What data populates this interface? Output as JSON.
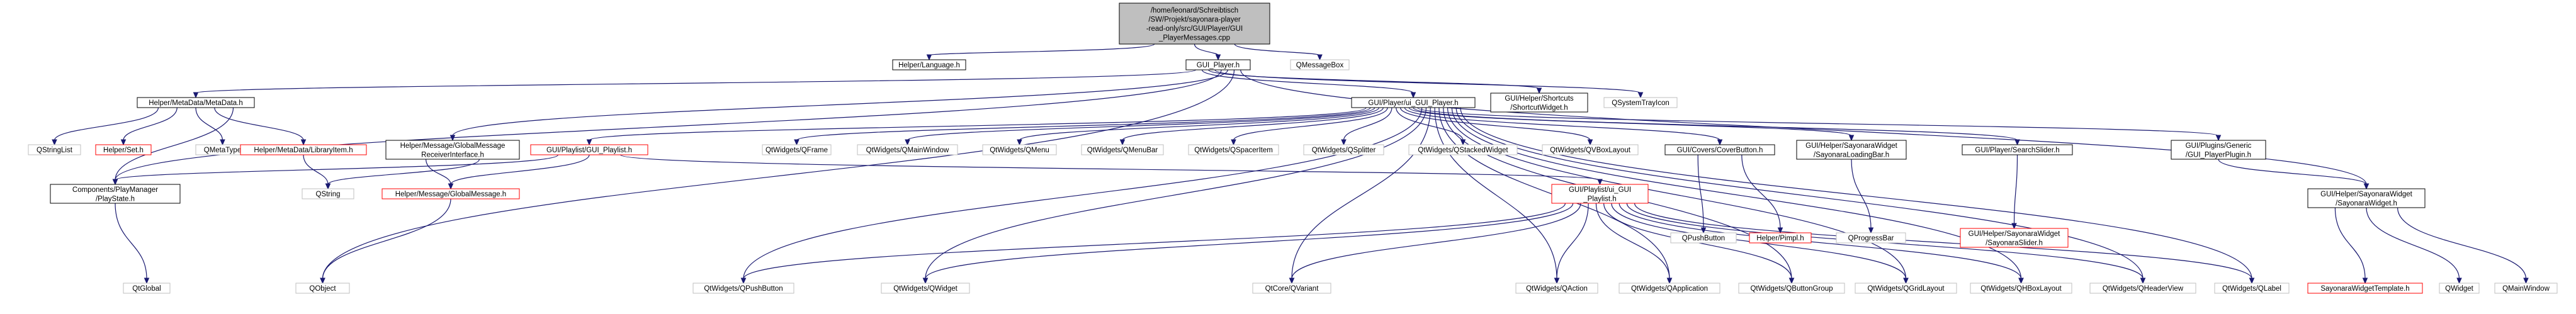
{
  "colors": {
    "edge": "#191970",
    "root_fill": "#bfbfbf",
    "ref_border": "#000000",
    "ext_border": "#bfbfbf",
    "missing_border": "#ff0000"
  },
  "nodes": [
    {
      "id": "root",
      "lines": [
        "/home/leonard/Schreibtisch",
        "/SW/Projekt/sayonara-player",
        "-read-only/src/GUI/Player/GUI",
        "_PlayerMessages.cpp"
      ],
      "kind": "root"
    },
    {
      "id": "lang",
      "lines": [
        "Helper/Language.h"
      ],
      "kind": "ref"
    },
    {
      "id": "gui_player",
      "lines": [
        "GUI_Player.h"
      ],
      "kind": "ref"
    },
    {
      "id": "qmessagebox",
      "lines": [
        "QMessageBox"
      ],
      "kind": "ext"
    },
    {
      "id": "metadata",
      "lines": [
        "Helper/MetaData/MetaData.h"
      ],
      "kind": "ref"
    },
    {
      "id": "ui_gui_player",
      "lines": [
        "GUI/Player/ui_GUI_Player.h"
      ],
      "kind": "ref"
    },
    {
      "id": "shortcut",
      "lines": [
        "GUI/Helper/Shortcuts",
        "/ShortcutWidget.h"
      ],
      "kind": "ref"
    },
    {
      "id": "qsystemtray",
      "lines": [
        "QSystemTrayIcon"
      ],
      "kind": "ext"
    },
    {
      "id": "qstringlist",
      "lines": [
        "QStringList"
      ],
      "kind": "ext"
    },
    {
      "id": "helper_set",
      "lines": [
        "Helper/Set.h"
      ],
      "kind": "missing"
    },
    {
      "id": "qmetatype",
      "lines": [
        "QMetaType"
      ],
      "kind": "ext"
    },
    {
      "id": "libraryitem",
      "lines": [
        "Helper/MetaData/LibraryItem.h"
      ],
      "kind": "missing"
    },
    {
      "id": "globalmsg_recv",
      "lines": [
        "Helper/Message/GlobalMessage",
        "ReceiverInterface.h"
      ],
      "kind": "ref"
    },
    {
      "id": "gui_playlist",
      "lines": [
        "GUI/Playlist/GUI_Playlist.h"
      ],
      "kind": "missing"
    },
    {
      "id": "qframe",
      "lines": [
        "QtWidgets/QFrame"
      ],
      "kind": "ext"
    },
    {
      "id": "qmainwindow_w",
      "lines": [
        "QtWidgets/QMainWindow"
      ],
      "kind": "ext"
    },
    {
      "id": "qmenu",
      "lines": [
        "QtWidgets/QMenu"
      ],
      "kind": "ext"
    },
    {
      "id": "qmenubar",
      "lines": [
        "QtWidgets/QMenuBar"
      ],
      "kind": "ext"
    },
    {
      "id": "qspaceritem",
      "lines": [
        "QtWidgets/QSpacerItem"
      ],
      "kind": "ext"
    },
    {
      "id": "qsplitter",
      "lines": [
        "QtWidgets/QSplitter"
      ],
      "kind": "ext"
    },
    {
      "id": "qstackedwidget",
      "lines": [
        "QtWidgets/QStackedWidget"
      ],
      "kind": "ext"
    },
    {
      "id": "qvboxlayout",
      "lines": [
        "QtWidgets/QVBoxLayout"
      ],
      "kind": "ext"
    },
    {
      "id": "coverbutton",
      "lines": [
        "GUI/Covers/CoverButton.h"
      ],
      "kind": "ref"
    },
    {
      "id": "loadingbar",
      "lines": [
        "GUI/Helper/SayonaraWidget",
        "/SayonaraLoadingBar.h"
      ],
      "kind": "ref"
    },
    {
      "id": "searchslider",
      "lines": [
        "GUI/Player/SearchSlider.h"
      ],
      "kind": "ref"
    },
    {
      "id": "playerplugin",
      "lines": [
        "GUI/Plugins/Generic",
        "/GUI_PlayerPlugin.h"
      ],
      "kind": "ref"
    },
    {
      "id": "playstate",
      "lines": [
        "Components/PlayManager",
        "/PlayState.h"
      ],
      "kind": "ref"
    },
    {
      "id": "qstring",
      "lines": [
        "QString"
      ],
      "kind": "ext"
    },
    {
      "id": "globalmessage",
      "lines": [
        "Helper/Message/GlobalMessage.h"
      ],
      "kind": "missing"
    },
    {
      "id": "ui_gui_playlist",
      "lines": [
        "GUI/Playlist/ui_GUI",
        "_Playlist.h"
      ],
      "kind": "missing"
    },
    {
      "id": "qpushbutton",
      "lines": [
        "QPushButton"
      ],
      "kind": "ext"
    },
    {
      "id": "pimpl",
      "lines": [
        "Helper/Pimpl.h"
      ],
      "kind": "missing"
    },
    {
      "id": "qprogressbar",
      "lines": [
        "QProgressBar"
      ],
      "kind": "ext"
    },
    {
      "id": "sayonaraslider",
      "lines": [
        "GUI/Helper/SayonaraWidget",
        "/SayonaraSlider.h"
      ],
      "kind": "missing"
    },
    {
      "id": "sayonarawidget",
      "lines": [
        "GUI/Helper/SayonaraWidget",
        "/SayonaraWidget.h"
      ],
      "kind": "ref"
    },
    {
      "id": "qglobal",
      "lines": [
        "QtGlobal"
      ],
      "kind": "ext"
    },
    {
      "id": "qobject",
      "lines": [
        "QObject"
      ],
      "kind": "ext"
    },
    {
      "id": "qw_qpushbutton",
      "lines": [
        "QtWidgets/QPushButton"
      ],
      "kind": "ext"
    },
    {
      "id": "qw_qwidget",
      "lines": [
        "QtWidgets/QWidget"
      ],
      "kind": "ext"
    },
    {
      "id": "qvariant",
      "lines": [
        "QtCore/QVariant"
      ],
      "kind": "ext"
    },
    {
      "id": "qaction",
      "lines": [
        "QtWidgets/QAction"
      ],
      "kind": "ext"
    },
    {
      "id": "qapplication",
      "lines": [
        "QtWidgets/QApplication"
      ],
      "kind": "ext"
    },
    {
      "id": "qbuttongroup",
      "lines": [
        "QtWidgets/QButtonGroup"
      ],
      "kind": "ext"
    },
    {
      "id": "qgridlayout",
      "lines": [
        "QtWidgets/QGridLayout"
      ],
      "kind": "ext"
    },
    {
      "id": "qhboxlayout",
      "lines": [
        "QtWidgets/QHBoxLayout"
      ],
      "kind": "ext"
    },
    {
      "id": "qheaderview",
      "lines": [
        "QtWidgets/QHeaderView"
      ],
      "kind": "ext"
    },
    {
      "id": "qlabel",
      "lines": [
        "QtWidgets/QLabel"
      ],
      "kind": "ext"
    },
    {
      "id": "sayonaratemplate",
      "lines": [
        "SayonaraWidgetTemplate.h"
      ],
      "kind": "missing"
    },
    {
      "id": "qwidget",
      "lines": [
        "QWidget"
      ],
      "kind": "ext"
    },
    {
      "id": "qmainwindow",
      "lines": [
        "QMainWindow"
      ],
      "kind": "ext"
    }
  ],
  "edges": [
    [
      "root",
      "lang"
    ],
    [
      "root",
      "gui_player"
    ],
    [
      "root",
      "qmessagebox"
    ],
    [
      "gui_player",
      "metadata"
    ],
    [
      "gui_player",
      "ui_gui_player"
    ],
    [
      "gui_player",
      "shortcut"
    ],
    [
      "gui_player",
      "qsystemtray"
    ],
    [
      "gui_player",
      "playstate"
    ],
    [
      "gui_player",
      "globalmsg_recv"
    ],
    [
      "gui_player",
      "qobject"
    ],
    [
      "gui_player",
      "sayonarawidget"
    ],
    [
      "metadata",
      "qstringlist"
    ],
    [
      "metadata",
      "helper_set"
    ],
    [
      "metadata",
      "qmetatype"
    ],
    [
      "metadata",
      "libraryitem"
    ],
    [
      "metadata",
      "playstate"
    ],
    [
      "libraryitem",
      "qstring"
    ],
    [
      "globalmsg_recv",
      "globalmessage"
    ],
    [
      "globalmsg_recv",
      "qstring"
    ],
    [
      "ui_gui_player",
      "gui_playlist"
    ],
    [
      "ui_gui_player",
      "qframe"
    ],
    [
      "ui_gui_player",
      "qmainwindow_w"
    ],
    [
      "ui_gui_player",
      "qmenu"
    ],
    [
      "ui_gui_player",
      "qmenubar"
    ],
    [
      "ui_gui_player",
      "qspaceritem"
    ],
    [
      "ui_gui_player",
      "qsplitter"
    ],
    [
      "ui_gui_player",
      "qstackedwidget"
    ],
    [
      "ui_gui_player",
      "qvboxlayout"
    ],
    [
      "ui_gui_player",
      "coverbutton"
    ],
    [
      "ui_gui_player",
      "loadingbar"
    ],
    [
      "ui_gui_player",
      "searchslider"
    ],
    [
      "ui_gui_player",
      "playerplugin"
    ],
    [
      "ui_gui_player",
      "qw_qpushbutton"
    ],
    [
      "ui_gui_player",
      "qw_qwidget"
    ],
    [
      "ui_gui_player",
      "qvariant"
    ],
    [
      "ui_gui_player",
      "qaction"
    ],
    [
      "ui_gui_player",
      "qapplication"
    ],
    [
      "ui_gui_player",
      "qbuttongroup"
    ],
    [
      "ui_gui_player",
      "qgridlayout"
    ],
    [
      "ui_gui_player",
      "qhboxlayout"
    ],
    [
      "ui_gui_player",
      "qheaderview"
    ],
    [
      "ui_gui_player",
      "qlabel"
    ],
    [
      "gui_playlist",
      "playstate"
    ],
    [
      "gui_playlist",
      "globalmessage"
    ],
    [
      "gui_playlist",
      "ui_gui_playlist"
    ],
    [
      "playstate",
      "qglobal"
    ],
    [
      "globalmessage",
      "qobject"
    ],
    [
      "ui_gui_playlist",
      "qw_qpushbutton"
    ],
    [
      "ui_gui_playlist",
      "qw_qwidget"
    ],
    [
      "ui_gui_playlist",
      "qvariant"
    ],
    [
      "ui_gui_playlist",
      "qaction"
    ],
    [
      "ui_gui_playlist",
      "qapplication"
    ],
    [
      "ui_gui_playlist",
      "qbuttongroup"
    ],
    [
      "ui_gui_playlist",
      "qgridlayout"
    ],
    [
      "ui_gui_playlist",
      "qhboxlayout"
    ],
    [
      "ui_gui_playlist",
      "qheaderview"
    ],
    [
      "ui_gui_playlist",
      "qlabel"
    ],
    [
      "coverbutton",
      "qpushbutton"
    ],
    [
      "coverbutton",
      "pimpl"
    ],
    [
      "loadingbar",
      "qprogressbar"
    ],
    [
      "searchslider",
      "sayonaraslider"
    ],
    [
      "playerplugin",
      "sayonarawidget"
    ],
    [
      "sayonarawidget",
      "sayonaratemplate"
    ],
    [
      "sayonarawidget",
      "qwidget"
    ],
    [
      "sayonarawidget",
      "qmainwindow"
    ]
  ]
}
